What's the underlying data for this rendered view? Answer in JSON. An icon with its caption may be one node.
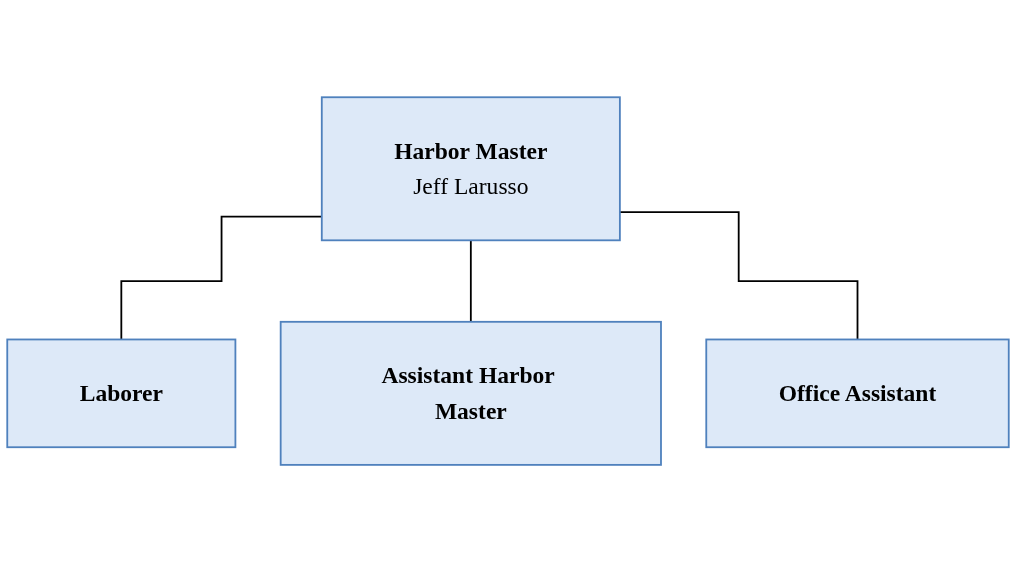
{
  "diagram": {
    "nodes": [
      {
        "text": [
          "Harbor Master",
          "Jeff Larusso"
        ]
      },
      {
        "text": [
          "Laborer"
        ]
      },
      {
        "text": [
          "Assistant Harbor Master"
        ]
      },
      {
        "text": [
          "Office Assistant"
        ]
      }
    ],
    "edges": [
      {
        "from": 0,
        "to": 1,
        "arrow": "none"
      },
      {
        "from": 0,
        "to": 2,
        "arrow": "none"
      },
      {
        "from": 0,
        "to": 3,
        "arrow": "none"
      }
    ]
  }
}
